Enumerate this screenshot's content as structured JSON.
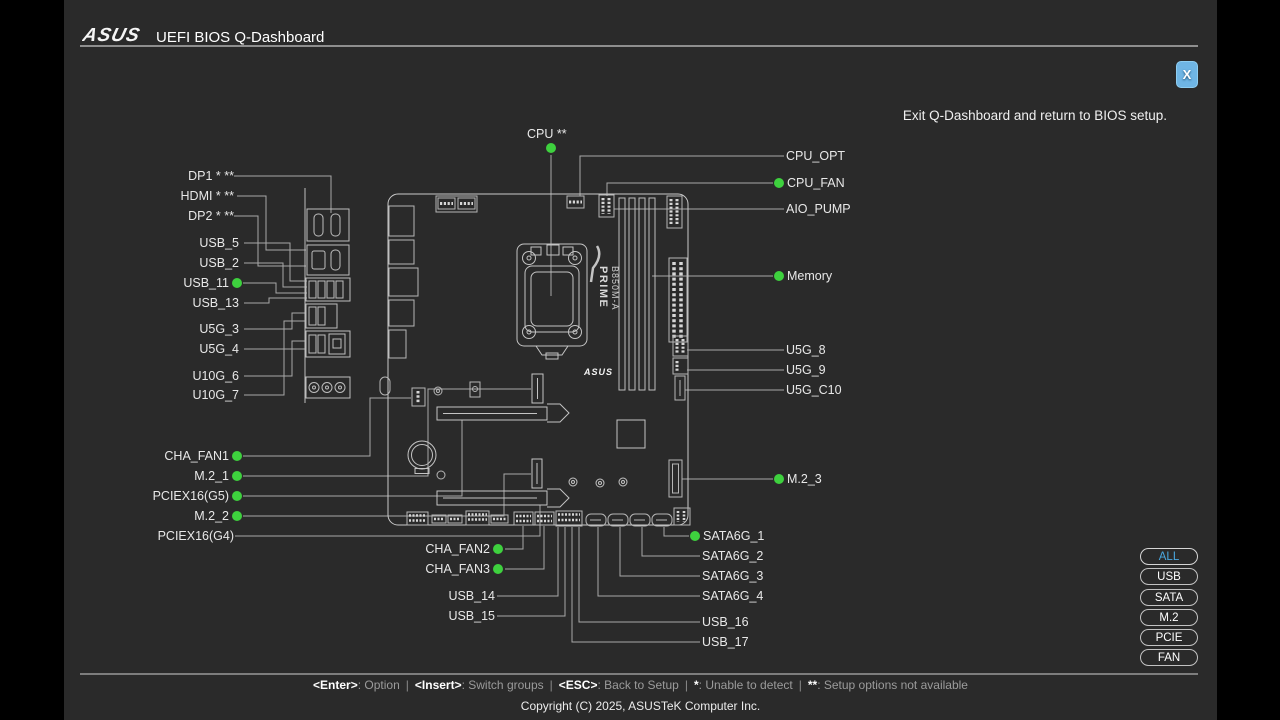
{
  "header": {
    "brand": "ASUS",
    "title": "UEFI BIOS Q-Dashboard"
  },
  "close": {
    "label": "X",
    "hint": "Exit Q-Dashboard and return to BIOS setup."
  },
  "board": {
    "brand": "ASUS",
    "model1": "PRIME",
    "model2": "B850M-A"
  },
  "labels": {
    "cpu": "CPU **",
    "dp1": "DP1 * **",
    "hdmi": "HDMI * **",
    "dp2": "DP2 * **",
    "usb5": "USB_5",
    "usb2": "USB_2",
    "usb11": "USB_11",
    "usb13": "USB_13",
    "u5g3": "U5G_3",
    "u5g4": "U5G_4",
    "u10g6": "U10G_6",
    "u10g7": "U10G_7",
    "chafan1": "CHA_FAN1",
    "m21": "M.2_1",
    "pciex16g5": "PCIEX16(G5)",
    "m22": "M.2_2",
    "pciex16g4": "PCIEX16(G4)",
    "cpuopt": "CPU_OPT",
    "cpufan": "CPU_FAN",
    "aiopump": "AIO_PUMP",
    "memory": "Memory",
    "u5g8": "U5G_8",
    "u5g9": "U5G_9",
    "u5gc10": "U5G_C10",
    "m23": "M.2_3",
    "sata1": "SATA6G_1",
    "sata2": "SATA6G_2",
    "sata3": "SATA6G_3",
    "sata4": "SATA6G_4",
    "usb16": "USB_16",
    "usb17": "USB_17",
    "chafan2": "CHA_FAN2",
    "chafan3": "CHA_FAN3",
    "usb14": "USB_14",
    "usb15": "USB_15"
  },
  "filters": {
    "active": "ALL",
    "items": [
      "ALL",
      "USB",
      "SATA",
      "M.2",
      "PCIE",
      "FAN"
    ]
  },
  "footer": {
    "sep": "|",
    "hints": [
      {
        "key": "<Enter>",
        "desc": ": Option"
      },
      {
        "key": "<Insert>",
        "desc": ": Switch groups"
      },
      {
        "key": "<ESC>",
        "desc": ": Back to Setup"
      },
      {
        "key": "*",
        "desc": ": Unable to detect"
      },
      {
        "key": "**",
        "desc": ": Setup options not available"
      }
    ],
    "copyright": "Copyright (C) 2025, ASUSTeK Computer Inc."
  },
  "colors": {
    "accent_blue": "#6fb5e4",
    "status_green": "#3ed13e"
  }
}
